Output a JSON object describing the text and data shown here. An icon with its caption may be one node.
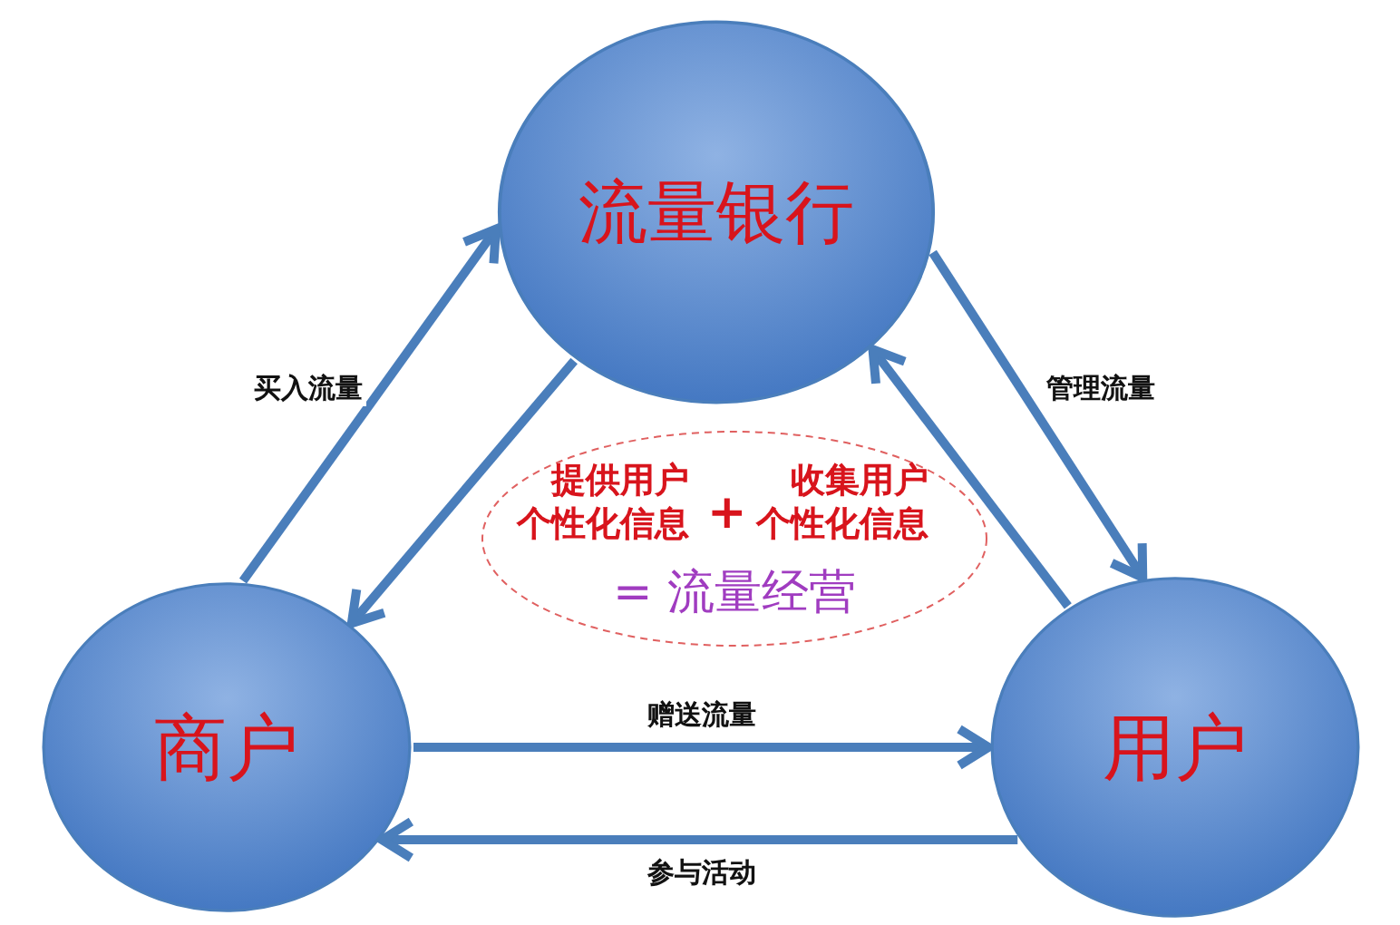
{
  "diagram": {
    "nodes": [
      {
        "text": [
          "流量银行"
        ]
      },
      {
        "text": [
          "商户"
        ]
      },
      {
        "text": [
          "用户"
        ]
      },
      {
        "text": [
          "提供用户个性化信息",
          "+",
          "收集用户个性化信息",
          "= 流量经营"
        ]
      }
    ],
    "edges": [
      {
        "from": 1,
        "to": 0,
        "arrow": "to",
        "label": "买入流量"
      },
      {
        "from": 0,
        "to": 1,
        "arrow": "to"
      },
      {
        "from": 0,
        "to": 2,
        "arrow": "to",
        "label": "管理流量"
      },
      {
        "from": 2,
        "to": 0,
        "arrow": "to"
      },
      {
        "from": 1,
        "to": 2,
        "arrow": "to",
        "label": "赠送流量"
      },
      {
        "from": 2,
        "to": 1,
        "arrow": "to",
        "label": "参与活动"
      }
    ]
  }
}
